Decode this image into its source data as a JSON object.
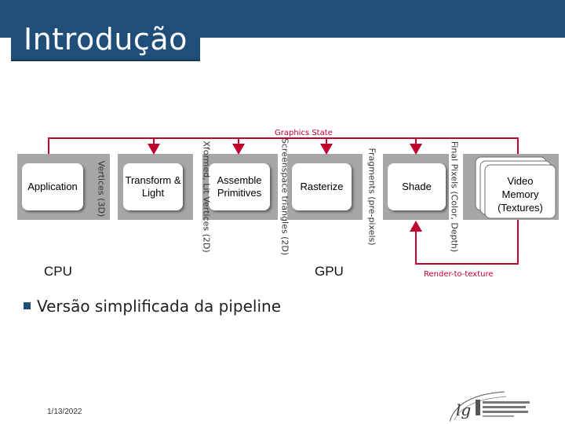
{
  "slide": {
    "title": "Introdução",
    "bullet": "Versão simplificada da pipeline",
    "date": "1/13/2022"
  },
  "pipeline": {
    "state_label": "Graphics State",
    "render_to_texture_label": "Render-to-texture",
    "cpu_label": "CPU",
    "gpu_label": "GPU",
    "stages": {
      "application": "Application",
      "transform": "Transform & Light",
      "assemble": "Assemble Primitives",
      "rasterize": "Rasterize",
      "shade": "Shade",
      "video_memory": "Video Memory (Textures)"
    },
    "flows": {
      "vertices": "Vertices (3D)",
      "xformed": "Xformed, Lit Vertices (2D)",
      "screenspace": "Screenspace triangles (2D)",
      "fragments": "Fragments (pre-pixels)",
      "final_pixels": "Final Pixels (Color, Depth)"
    }
  },
  "colors": {
    "header": "#1f4e79",
    "stage_fill": "#a6a6a6",
    "arrow": "#c0002d"
  }
}
